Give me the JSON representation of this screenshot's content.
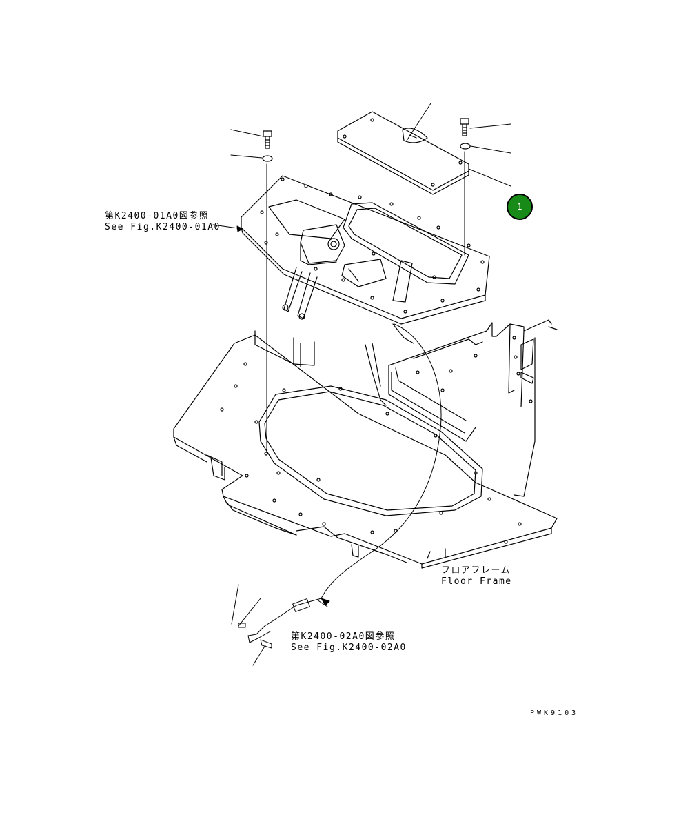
{
  "callout_badge": {
    "number": "1",
    "fill_color": "#178a17",
    "text_color": "#ffffff"
  },
  "references": [
    {
      "jp": "第K2400-01A0図参照",
      "en": "See Fig.K2400-01A0"
    },
    {
      "jp": "第K2400-02A0図参照",
      "en": "See Fig.K2400-02A0"
    }
  ],
  "floor_frame": {
    "jp": "フロアフレーム",
    "en": "Floor Frame"
  },
  "drawing_code": "PWK9103",
  "line_color": "#000000"
}
